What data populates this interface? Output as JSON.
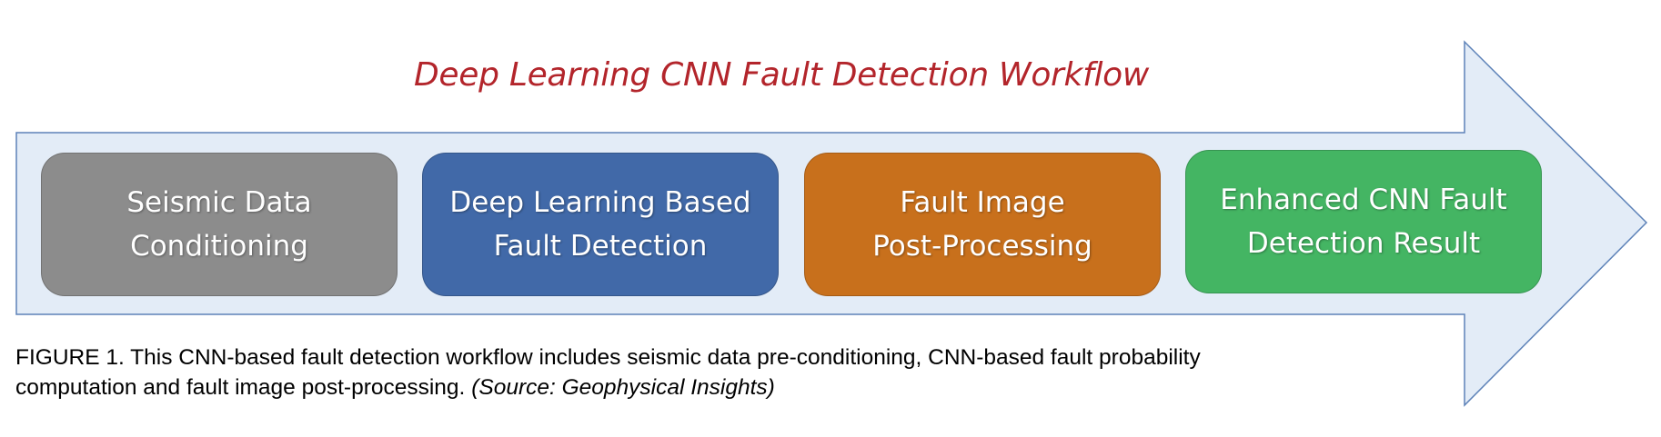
{
  "title": "Deep Learning CNN Fault Detection Workflow",
  "steps": [
    {
      "line1": "Seismic Data",
      "line2": "Conditioning",
      "color": "#8c8c8c"
    },
    {
      "line1": "Deep Learning Based",
      "line2": "Fault Detection",
      "color": "#4169a8"
    },
    {
      "line1": "Fault Image",
      "line2": "Post-Processing",
      "color": "#c8701c"
    },
    {
      "line1": "Enhanced CNN Fault",
      "line2": "Detection Result",
      "color": "#44b563"
    }
  ],
  "caption": {
    "text": "FIGURE 1. This CNN-based fault detection workflow includes seismic data pre-conditioning, CNN-based fault probability computation and fault image post-processing. ",
    "source": "(Source: Geophysical Insights)"
  },
  "colors": {
    "arrow_fill": "#e3ecf7",
    "arrow_stroke": "#5d82b8",
    "title": "#b3252b"
  }
}
